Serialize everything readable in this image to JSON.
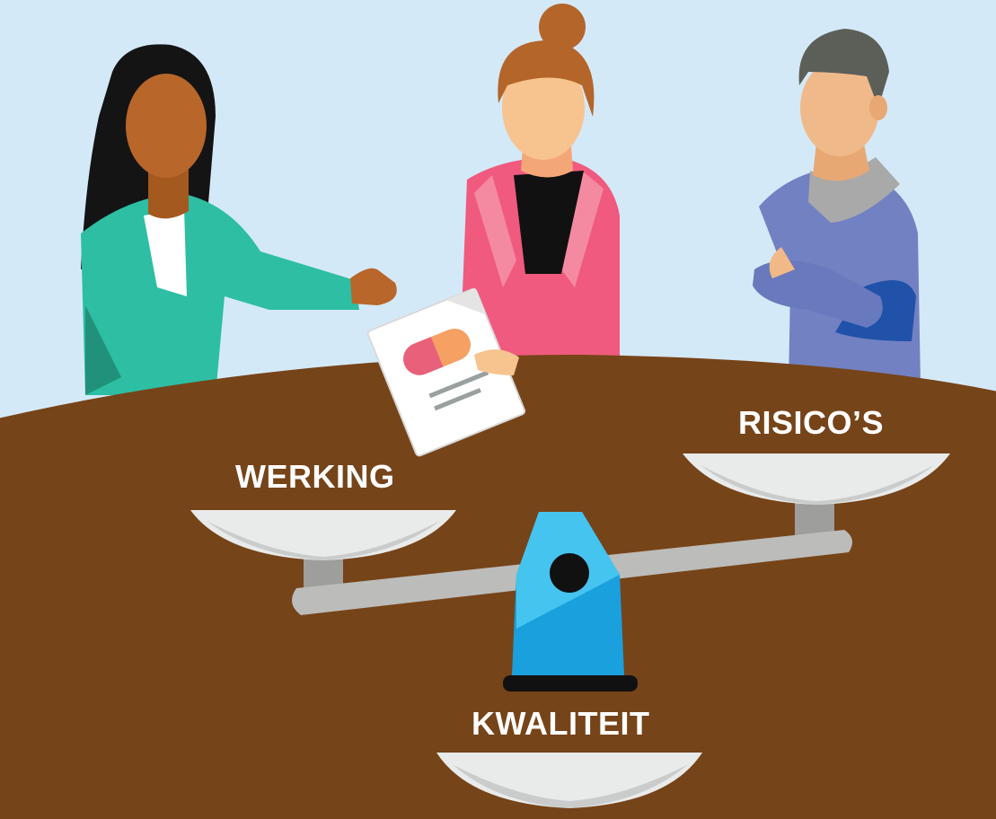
{
  "labels": {
    "werking": "WERKING",
    "risicos": "RISICO’S",
    "kwaliteit": "KWALITEIT"
  },
  "colors": {
    "sky": "#d4e9f8",
    "table": "#764419",
    "scale_base": "#1aa0dc",
    "pan": "#e9ebea",
    "beam": "#bcbcba"
  },
  "icons": {
    "document": "medicine-document-icon",
    "pill": "capsule-icon",
    "scale": "balance-scale-icon"
  }
}
